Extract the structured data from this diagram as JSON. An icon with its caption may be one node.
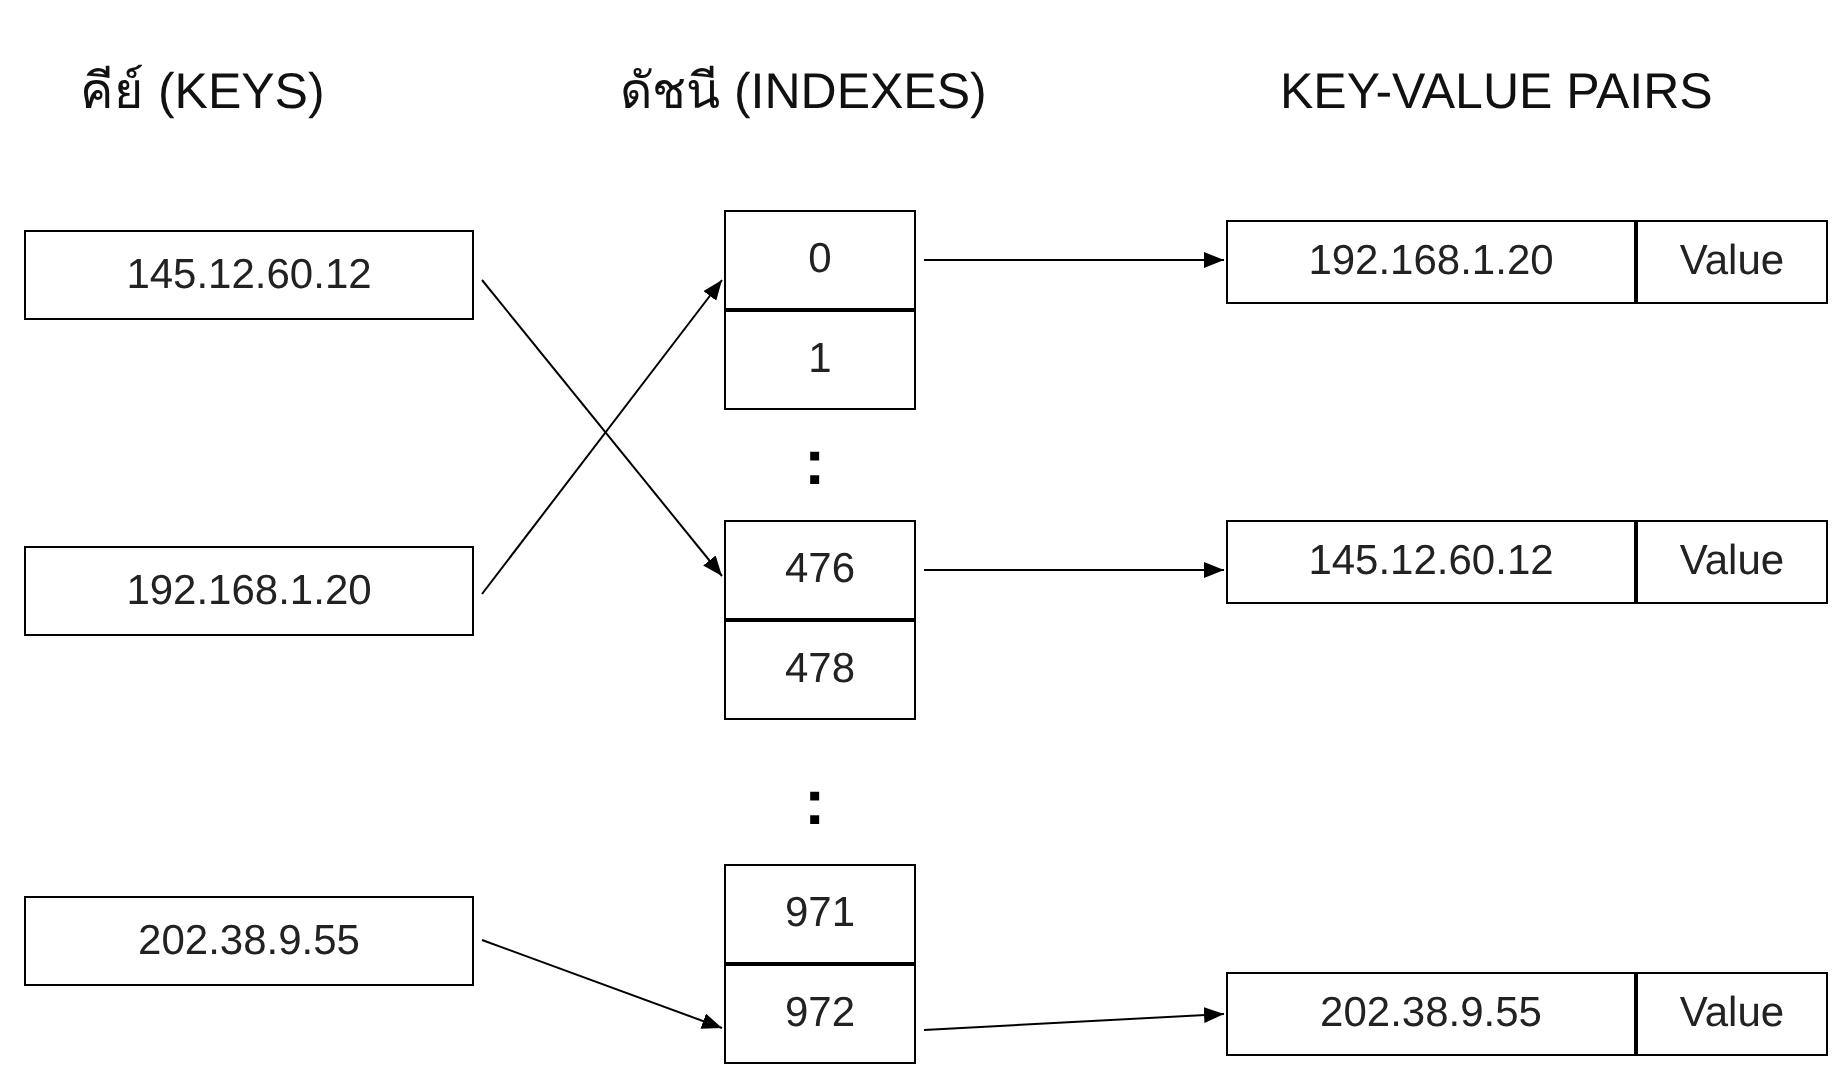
{
  "diagram": {
    "nodes": [
      {
        "text": [
          "145.12.60.12"
        ]
      },
      {
        "text": [
          "192.168.1.20"
        ]
      },
      {
        "text": [
          "202.38.9.55"
        ]
      },
      {
        "text": [
          "0"
        ]
      },
      {
        "text": [
          "1"
        ]
      },
      {
        "text": [
          "476"
        ]
      },
      {
        "text": [
          "478"
        ]
      },
      {
        "text": [
          "971"
        ]
      },
      {
        "text": [
          "972"
        ]
      },
      {
        "text": [
          "192.168.1.20"
        ]
      },
      {
        "text": [
          "Value"
        ]
      },
      {
        "text": [
          "145.12.60.12"
        ]
      },
      {
        "text": [
          "Value"
        ]
      },
      {
        "text": [
          "202.38.9.55"
        ]
      },
      {
        "text": [
          "Value"
        ]
      }
    ],
    "edges": [
      {
        "from": 0,
        "to": 5,
        "arrow": "to"
      },
      {
        "from": 1,
        "to": 3,
        "arrow": "to"
      },
      {
        "from": 2,
        "to": 8,
        "arrow": "to"
      },
      {
        "from": 3,
        "to": 9,
        "arrow": "to"
      },
      {
        "from": 5,
        "to": 11,
        "arrow": "to"
      },
      {
        "from": 8,
        "to": 13,
        "arrow": "to"
      }
    ],
    "labels": [
      "คีย์ (KEYS)",
      "ดัชนี (INDEXES)",
      "KEY-VALUE PAIRS",
      ":",
      ":"
    ]
  }
}
